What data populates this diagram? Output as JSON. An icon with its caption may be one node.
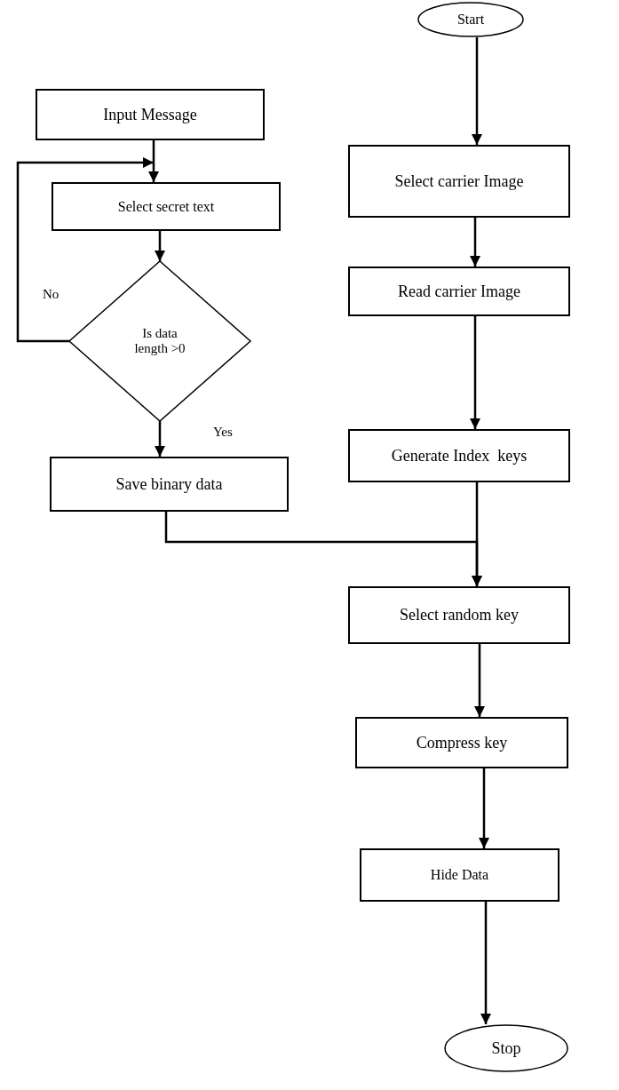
{
  "diagram": {
    "nodes": [
      {
        "text": [
          "Start"
        ]
      },
      {
        "text": [
          "Input Message"
        ]
      },
      {
        "text": [
          "Select carrier Image"
        ]
      },
      {
        "text": [
          "Select secret text"
        ]
      },
      {
        "text": [
          "Is data length >0"
        ]
      },
      {
        "text": [
          "Read carrier Image"
        ]
      },
      {
        "text": [
          "Generate Index  keys"
        ]
      },
      {
        "text": [
          "Save binary data"
        ]
      },
      {
        "text": [
          "Select random key"
        ]
      },
      {
        "text": [
          "Compress key"
        ]
      },
      {
        "text": [
          "Hide Data"
        ]
      },
      {
        "text": [
          "Stop"
        ]
      }
    ],
    "edges": [
      {
        "from": 0,
        "to": 2,
        "arrow": "to"
      },
      {
        "from": 1,
        "to": 3,
        "arrow": "to"
      },
      {
        "from": 2,
        "to": 5,
        "arrow": "to"
      },
      {
        "from": 3,
        "to": 4,
        "arrow": "to"
      },
      {
        "from": 4,
        "to": 3,
        "arrow": "to",
        "label": "No"
      },
      {
        "from": 5,
        "to": 6,
        "arrow": "to"
      },
      {
        "from": 4,
        "to": 7,
        "arrow": "to",
        "label": "Yes"
      },
      {
        "from": 7,
        "to": 8,
        "arrow": "to"
      },
      {
        "from": 6,
        "to": 8,
        "arrow": "to"
      },
      {
        "from": 8,
        "to": 9,
        "arrow": "to"
      },
      {
        "from": 9,
        "to": 10,
        "arrow": "to"
      },
      {
        "from": 10,
        "to": 11,
        "arrow": "to"
      }
    ]
  }
}
